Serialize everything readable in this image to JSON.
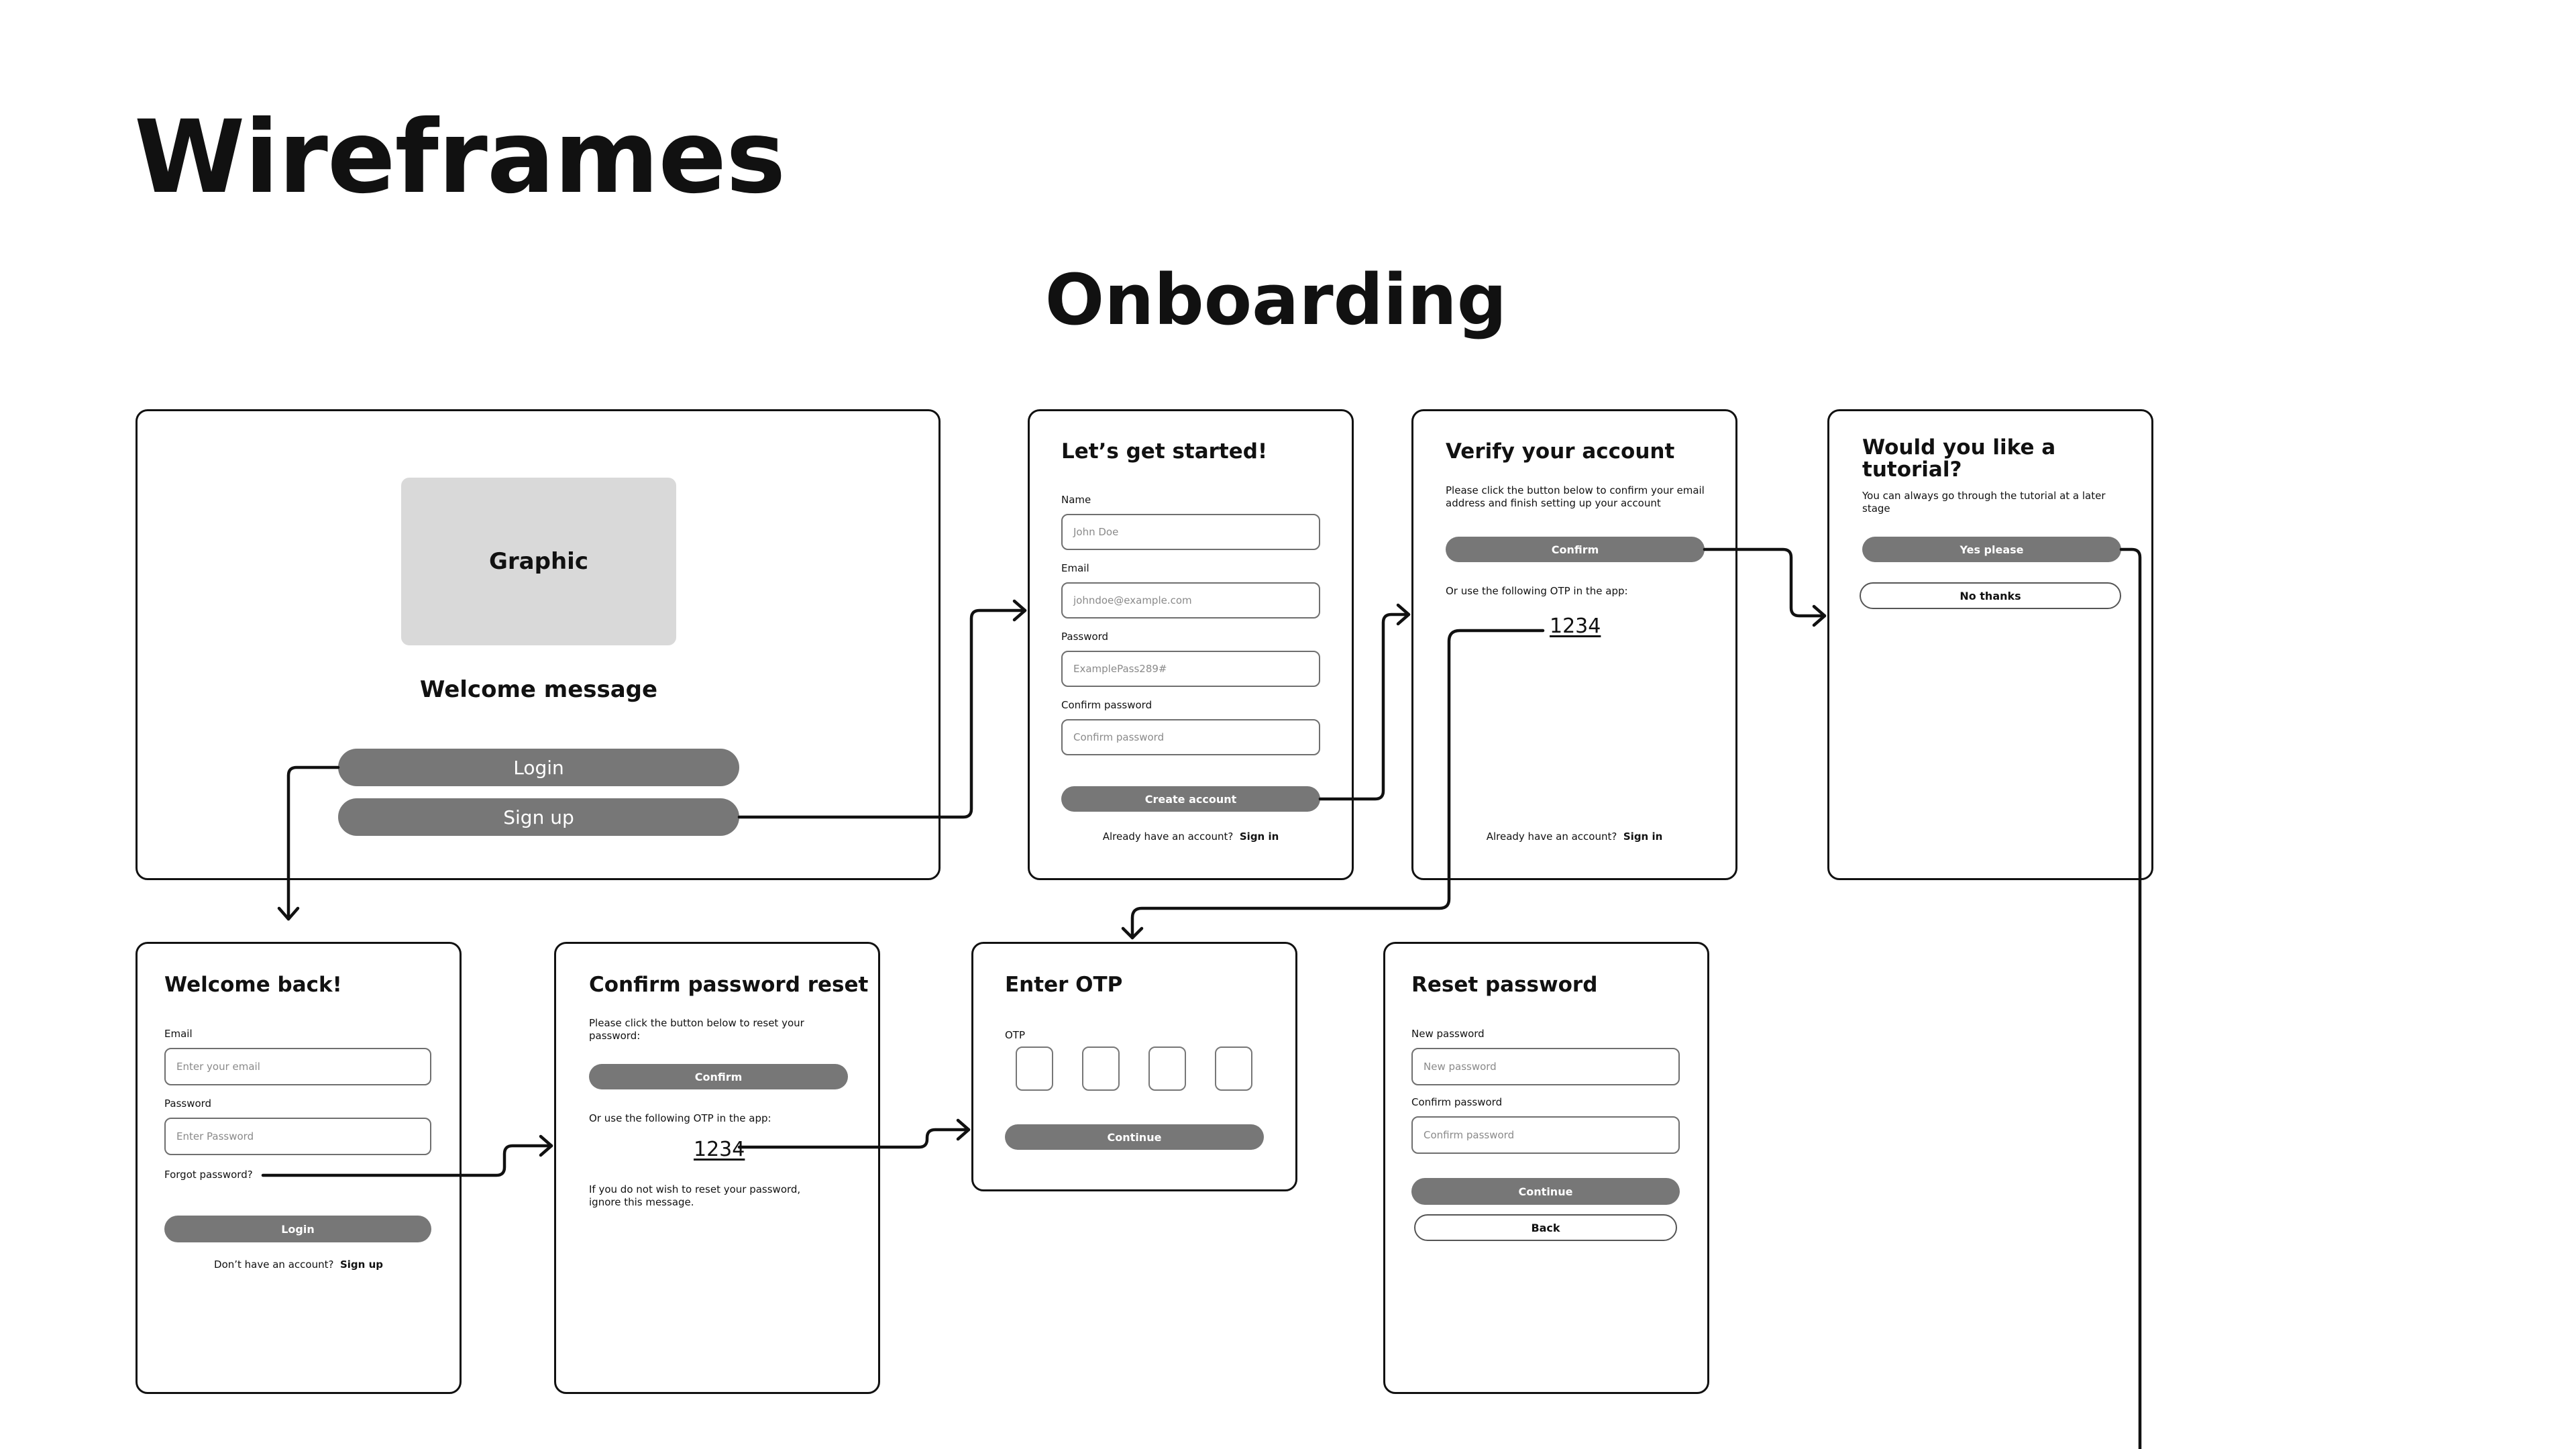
{
  "page": {
    "title": "Wireframes",
    "section": "Onboarding"
  },
  "landing": {
    "graphic": "Graphic",
    "welcome": "Welcome message",
    "login": "Login",
    "signup": "Sign up"
  },
  "signup_screen": {
    "heading": "Let’s get started!",
    "name_label": "Name",
    "name_placeholder": "John Doe",
    "email_label": "Email",
    "email_placeholder": "johndoe@example.com",
    "password_label": "Password",
    "password_placeholder": "ExamplePass289#",
    "confirm_label": "Confirm password",
    "confirm_placeholder": "Confirm password",
    "create_button": "Create account",
    "have_account": "Already have an account?",
    "sign_in": "Sign in"
  },
  "verify_screen": {
    "heading": "Verify your account",
    "body": "Please click the button below to confirm your email address and finish setting up your account",
    "confirm_button": "Confirm",
    "otp_text": "Or use the following OTP in the app:",
    "otp_code": "1234",
    "have_account": "Already have an account?",
    "sign_in": "Sign in"
  },
  "tutorial_screen": {
    "heading": "Would you like a tutorial?",
    "body": "You can always go through the tutorial at a later stage",
    "yes_button": "Yes please",
    "no_button": "No thanks"
  },
  "login_screen": {
    "heading": "Welcome back!",
    "email_label": "Email",
    "email_placeholder": "Enter your email",
    "password_label": "Password",
    "password_placeholder": "Enter Password",
    "forgot": "Forgot password?",
    "login_button": "Login",
    "no_account": "Don’t have an account?",
    "sign_up": "Sign up"
  },
  "reset_confirm_screen": {
    "heading": "Confirm password reset",
    "body": "Please click the button below to reset your password:",
    "confirm_button": "Confirm",
    "otp_text": "Or use the following OTP in the app:",
    "otp_code": "1234",
    "ignore_text": "If you do not wish to reset your password, ignore this message."
  },
  "otp_screen": {
    "heading": "Enter OTP",
    "otp_label": "OTP",
    "continue_button": "Continue"
  },
  "reset_screen": {
    "heading": "Reset password",
    "new_label": "New password",
    "new_placeholder": "New password",
    "confirm_label": "Confirm password",
    "confirm_placeholder": "Confirm password",
    "continue_button": "Continue",
    "back_button": "Back"
  }
}
